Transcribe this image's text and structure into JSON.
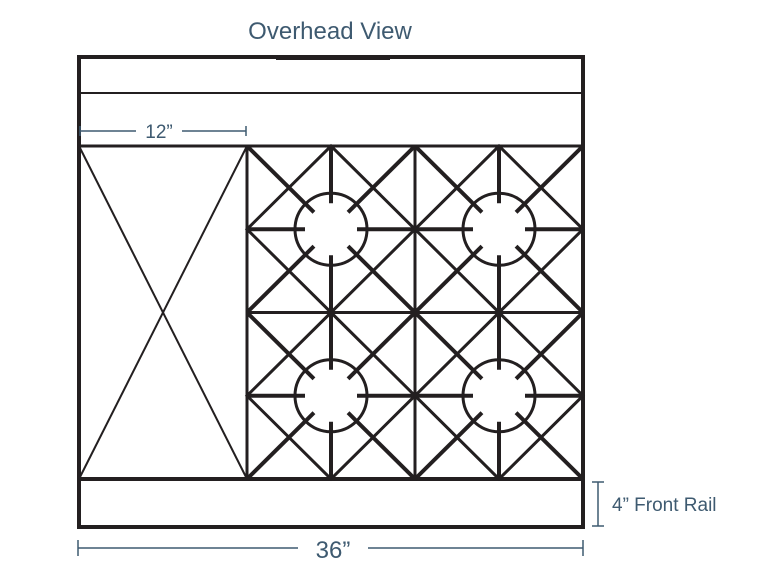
{
  "title": "Overhead View",
  "dimensions": {
    "griddle_width": "12”",
    "overall_width": "36”",
    "front_rail": "4” Front Rail"
  },
  "burners": [
    {
      "position": "rear-left"
    },
    {
      "position": "rear-right"
    },
    {
      "position": "front-left"
    },
    {
      "position": "front-right"
    }
  ],
  "colors": {
    "outline": "#231f20",
    "dimension": "#3e5a70",
    "background": "#ffffff"
  }
}
